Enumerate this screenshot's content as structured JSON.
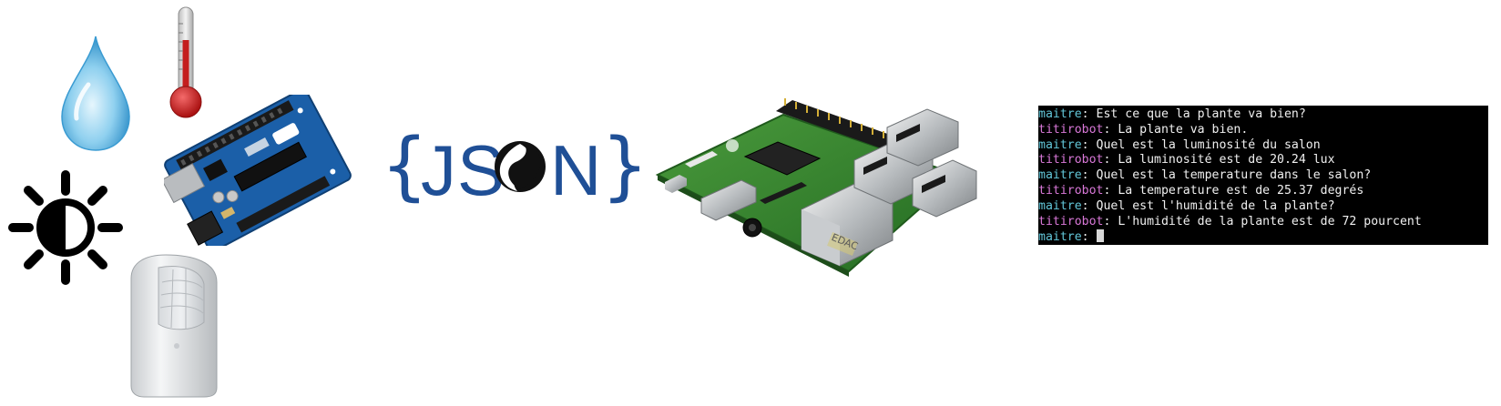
{
  "json_logo": {
    "brace_open": "{",
    "letters_left": "JS",
    "letter_n": "N",
    "brace_close": "}"
  },
  "terminal": {
    "lines": [
      {
        "speaker": "maitre",
        "text": ": Est ce que la plante va bien?"
      },
      {
        "speaker": "titirobot",
        "text": ": La plante va bien."
      },
      {
        "speaker": "maitre",
        "text": ": Quel est la luminosité du salon"
      },
      {
        "speaker": "titirobot",
        "text": ": La luminosité est de 20.24 lux"
      },
      {
        "speaker": "maitre",
        "text": ": Quel est la temperature dans le salon?"
      },
      {
        "speaker": "titirobot",
        "text": ": La temperature est de 25.37 degrés"
      },
      {
        "speaker": "maitre",
        "text": ": Quel est l'humidité de la plante?"
      },
      {
        "speaker": "titirobot",
        "text": ": L'humidité de la plante est de 72 pourcent"
      }
    ],
    "prompt": {
      "speaker": "maitre",
      "text": ": "
    },
    "colors": {
      "background": "#000000",
      "maitre": "#62c6d8",
      "titirobot": "#d978d8",
      "text": "#f0f0f0"
    }
  },
  "board_label": "EDAC",
  "icons": [
    "water-drop-icon",
    "thermometer-icon",
    "light-brightness-icon",
    "motion-sensor-icon",
    "arduino-board-icon",
    "raspberry-pi-board-icon"
  ],
  "colors": {
    "json_blue": "#1f4f96",
    "drop_blue": "#5fb7e2",
    "thermo_red": "#c41e1e",
    "arduino_blue": "#1b5fa8",
    "pi_green": "#2f7d2a"
  }
}
